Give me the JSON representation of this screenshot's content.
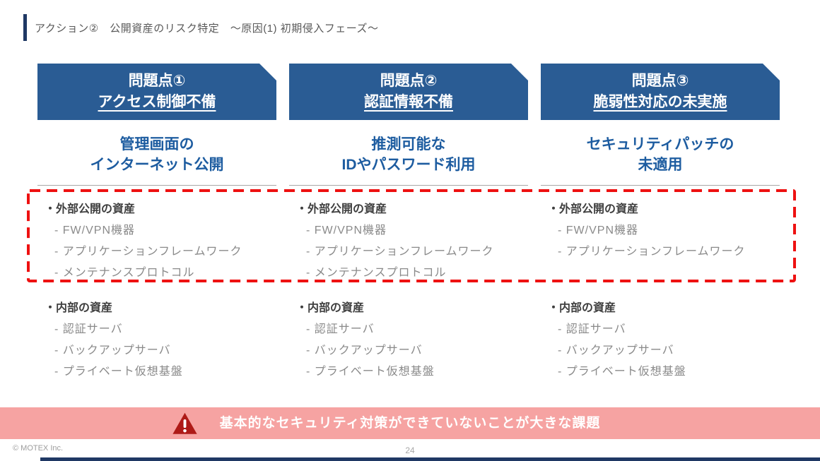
{
  "slide": {
    "title": "アクション②　公開資産のリスク特定　～原因(1) 初期侵入フェーズ～",
    "page_number": "24",
    "copyright": "© MOTEX Inc."
  },
  "colors": {
    "banner_blue": "#2a5c94",
    "heading_blue": "#1d5ca0",
    "accent_navy": "#1f3864",
    "dashed_red": "#ee1111",
    "warning_pink": "#f6a3a2",
    "warning_triangle_red": "#ae1a17",
    "title_gray": "#595959",
    "list_header_dark": "#3f3f3f",
    "list_item_gray": "#8a8a8a"
  },
  "icons": {
    "warning": "warning-triangle-icon"
  },
  "columns": [
    {
      "banner_line1": "問題点①",
      "banner_line2": "アクセス制御不備",
      "heading_line1": "管理画面の",
      "heading_line2": "インターネット公開",
      "external": {
        "header": "・外部公開の資産",
        "items": [
          "- FW/VPN機器",
          "- アプリケーションフレームワーク",
          "- メンテナンスプロトコル"
        ]
      },
      "internal": {
        "header": "・内部の資産",
        "items": [
          "- 認証サーバ",
          "- バックアップサーバ",
          "- プライベート仮想基盤"
        ]
      }
    },
    {
      "banner_line1": "問題点②",
      "banner_line2": "認証情報不備",
      "heading_line1": "推測可能な",
      "heading_line2": "IDやパスワード利用",
      "external": {
        "header": "・外部公開の資産",
        "items": [
          "- FW/VPN機器",
          "- アプリケーションフレームワーク",
          "- メンテナンスプロトコル"
        ]
      },
      "internal": {
        "header": "・内部の資産",
        "items": [
          "- 認証サーバ",
          "- バックアップサーバ",
          "- プライベート仮想基盤"
        ]
      }
    },
    {
      "banner_line1": "問題点③",
      "banner_line2": "脆弱性対応の未実施",
      "heading_line1": "セキュリティパッチの",
      "heading_line2": "未適用",
      "external": {
        "header": "・外部公開の資産",
        "items": [
          "- FW/VPN機器",
          "- アプリケーションフレームワーク"
        ]
      },
      "internal": {
        "header": "・内部の資産",
        "items": [
          "- 認証サーバ",
          "- バックアップサーバ",
          "- プライベート仮想基盤"
        ]
      }
    }
  ],
  "warning_banner": {
    "text": "基本的なセキュリティ対策ができていないことが大きな課題"
  }
}
